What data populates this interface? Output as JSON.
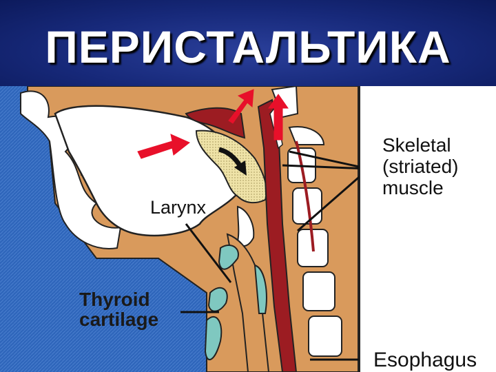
{
  "title": "ПЕРИСТАЛЬТИКА",
  "labels": {
    "skeletal_line1": "Skeletal",
    "skeletal_line2": "(striated)",
    "skeletal_line3": "muscle",
    "larynx": "Larynx",
    "thyroid_line1": "Thyroid",
    "thyroid_line2": "cartilage",
    "esophagus": "Esophagus"
  },
  "colors": {
    "title_bg": "#17297a",
    "outside_blue": "#2e64b8",
    "muscle_red": "#9c1c22",
    "arrow_red": "#e8102a",
    "flesh": "#d99a5c",
    "bolus": "#efe3a8",
    "cartilage": "#7fc8c0"
  }
}
